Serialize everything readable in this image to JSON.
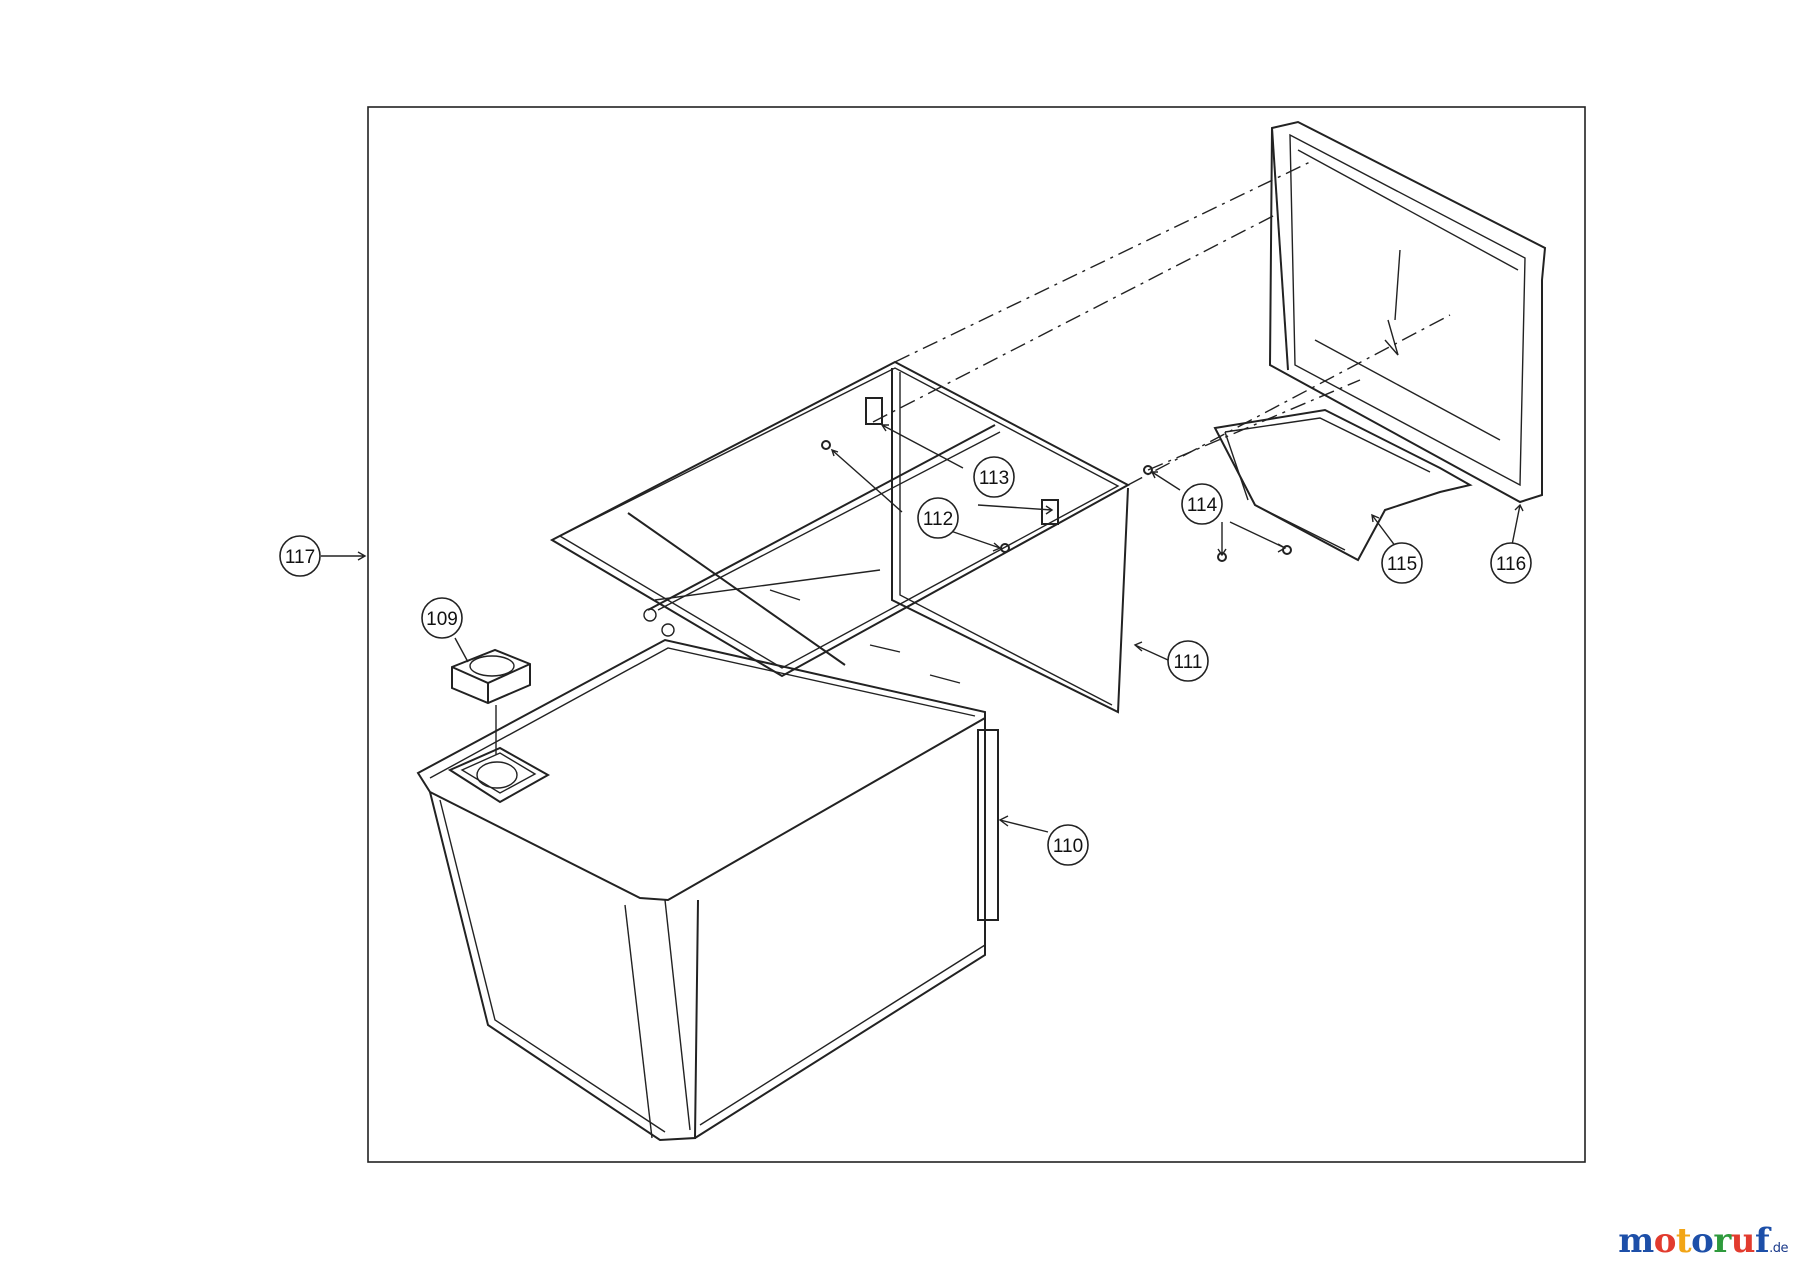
{
  "callouts": {
    "c109": "109",
    "c110": "110",
    "c111": "111",
    "c112": "112",
    "c113": "113",
    "c114": "114",
    "c115": "115",
    "c116": "116",
    "c117": "117"
  },
  "watermark": {
    "letters": [
      "m",
      "o",
      "t",
      "o",
      "r",
      "u",
      "f"
    ],
    "colors": [
      "#1d4fa8",
      "#e23b2e",
      "#f2a516",
      "#1d4fa8",
      "#2e9a3c",
      "#e23b2e",
      "#1d4fa8"
    ],
    "suffix": ".de"
  }
}
